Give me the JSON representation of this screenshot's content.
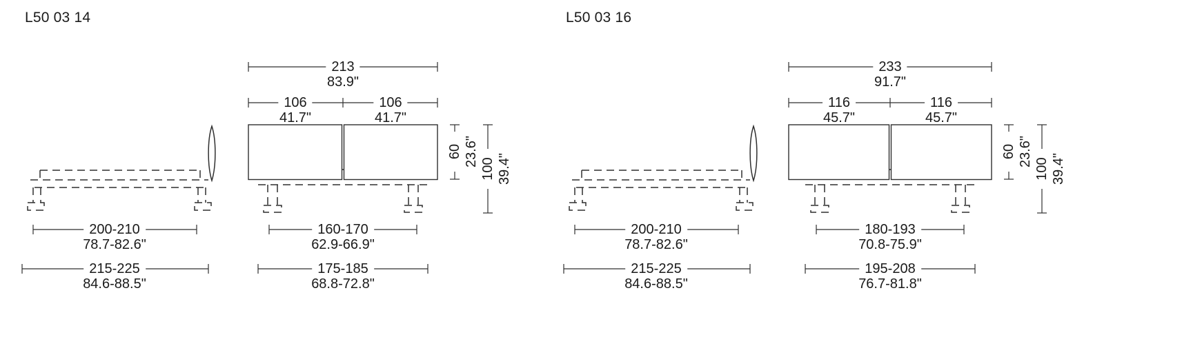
{
  "colors": {
    "line": "#2f2f2f",
    "text": "#1a1a1a",
    "background": "#ffffff"
  },
  "diagrams": [
    {
      "title": "L50 03 14",
      "front": {
        "overall_width": {
          "cm": "213",
          "in": "83.9\""
        },
        "panel_left": {
          "cm": "106",
          "in": "41.7\""
        },
        "panel_right": {
          "cm": "106",
          "in": "41.7\""
        },
        "panel_height": {
          "cm": "60",
          "in": "23.6\""
        },
        "total_height": {
          "cm": "100",
          "in": "39.4\""
        },
        "bed_width_range": {
          "cm": "160-170",
          "in": "62.9-66.9\""
        },
        "overall_width_range": {
          "cm": "175-185",
          "in": "68.8-72.8\""
        }
      },
      "side": {
        "bed_length_range": {
          "cm": "200-210",
          "in": "78.7-82.6\""
        },
        "overall_length_range": {
          "cm": "215-225",
          "in": "84.6-88.5\""
        }
      }
    },
    {
      "title": "L50 03 16",
      "front": {
        "overall_width": {
          "cm": "233",
          "in": "91.7\""
        },
        "panel_left": {
          "cm": "116",
          "in": "45.7\""
        },
        "panel_right": {
          "cm": "116",
          "in": "45.7\""
        },
        "panel_height": {
          "cm": "60",
          "in": "23.6\""
        },
        "total_height": {
          "cm": "100",
          "in": "39.4\""
        },
        "bed_width_range": {
          "cm": "180-193",
          "in": "70.8-75.9\""
        },
        "overall_width_range": {
          "cm": "195-208",
          "in": "76.7-81.8\""
        }
      },
      "side": {
        "bed_length_range": {
          "cm": "200-210",
          "in": "78.7-82.6\""
        },
        "overall_length_range": {
          "cm": "215-225",
          "in": "84.6-88.5\""
        }
      }
    }
  ]
}
